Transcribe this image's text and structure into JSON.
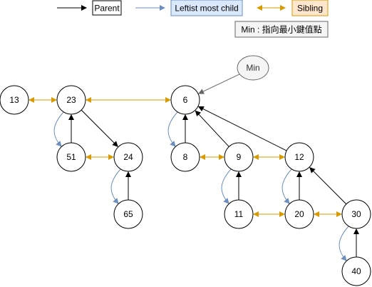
{
  "legend": {
    "parent_label": "Parent",
    "leftist_label": "Leftist most child",
    "sibling_label": "Sibling",
    "min_note": "Min : 指向最小鍵值點"
  },
  "colors": {
    "parent": "#000000",
    "leftist": "#6c8ebf",
    "sibling": "#d79b00",
    "leftist_fill": "#dae8fc",
    "sibling_fill": "#ffe6cc",
    "min_node_fill": "#f5f5f5",
    "min_node_stroke": "#666666",
    "min_arrow": "#666666"
  },
  "min_node": {
    "label": "Min",
    "points_to": "6"
  },
  "nodes": [
    {
      "id": "13",
      "label": "13"
    },
    {
      "id": "23",
      "label": "23"
    },
    {
      "id": "51",
      "label": "51"
    },
    {
      "id": "24",
      "label": "24"
    },
    {
      "id": "65",
      "label": "65"
    },
    {
      "id": "6",
      "label": "6"
    },
    {
      "id": "8",
      "label": "8"
    },
    {
      "id": "9",
      "label": "9"
    },
    {
      "id": "12",
      "label": "12"
    },
    {
      "id": "11",
      "label": "11"
    },
    {
      "id": "20",
      "label": "20"
    },
    {
      "id": "30",
      "label": "30"
    },
    {
      "id": "40",
      "label": "40"
    }
  ],
  "parent_edges": [
    [
      "51",
      "23"
    ],
    [
      "23",
      "24"
    ],
    [
      "65",
      "24"
    ],
    [
      "8",
      "6"
    ],
    [
      "9",
      "6"
    ],
    [
      "12",
      "6"
    ],
    [
      "11",
      "9"
    ],
    [
      "20",
      "12"
    ],
    [
      "30",
      "12"
    ],
    [
      "40",
      "30"
    ]
  ],
  "sibling_edges": [
    [
      "13",
      "23"
    ],
    [
      "23",
      "6"
    ],
    [
      "51",
      "24"
    ],
    [
      "8",
      "9"
    ],
    [
      "9",
      "12"
    ],
    [
      "11",
      "20"
    ],
    [
      "20",
      "30"
    ]
  ],
  "leftist_edges": [
    [
      "23",
      "51"
    ],
    [
      "24",
      "65"
    ],
    [
      "6",
      "8"
    ],
    [
      "9",
      "11"
    ],
    [
      "12",
      "20"
    ],
    [
      "30",
      "40"
    ]
  ]
}
